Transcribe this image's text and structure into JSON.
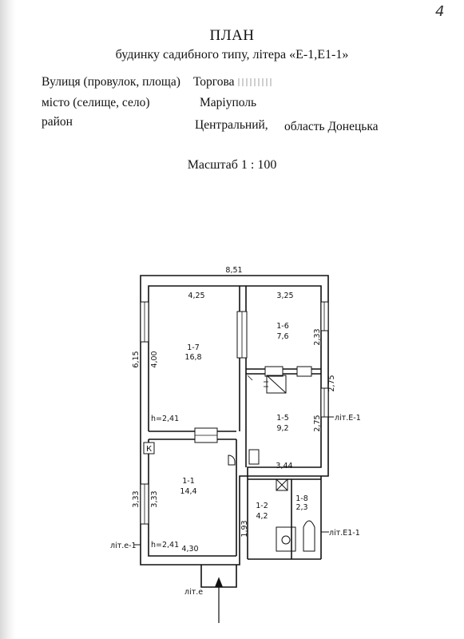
{
  "page_number": "4",
  "header": {
    "title": "ПЛАН",
    "subtitle": "будинку садибного типу, літера «Е-1,Е1-1»"
  },
  "address": {
    "street_label": "Вулиця (провулок, площа)",
    "street_value": "Торгова",
    "city_label": "місто (селище, село)",
    "city_value": "Маріуполь",
    "district_label": "район",
    "district_value": "Центральний,",
    "region_value": "область Донецька"
  },
  "scale": "Масштаб 1 : 100",
  "plan": {
    "dims": {
      "total_width": "8,51",
      "room_1_7_width": "4,25",
      "room_1_6_width": "3,25",
      "room_1_6_depth": "2,33",
      "right_depth": "2,75",
      "room_1_5_depth": "2,75",
      "left_height_outer": "6,15",
      "room_1_7_depth": "4,00",
      "room_1_5_width": "3,44",
      "room_1_1_depth_outer": "3,33",
      "room_1_1_depth_inner": "3,33",
      "room_1_1_width": "4,30",
      "room_1_2_depth": "1,93"
    },
    "ceiling_height_upper": "h=2,41",
    "ceiling_height_lower": "h=2,41",
    "rooms": [
      {
        "id": "1-7",
        "area": "16,8"
      },
      {
        "id": "1-6",
        "area": "7,6"
      },
      {
        "id": "1-5",
        "area": "9,2"
      },
      {
        "id": "1-1",
        "area": "14,4"
      },
      {
        "id": "1-2",
        "area": "4,2"
      },
      {
        "id": "1-8",
        "area": "2,3"
      }
    ],
    "letters": {
      "e1_right": "літ.Е-1",
      "e1_1_right": "літ.Е1-1",
      "e_1_left": "літ.е-1",
      "e_bottom": "літ.е",
      "k_marker": "К"
    }
  }
}
